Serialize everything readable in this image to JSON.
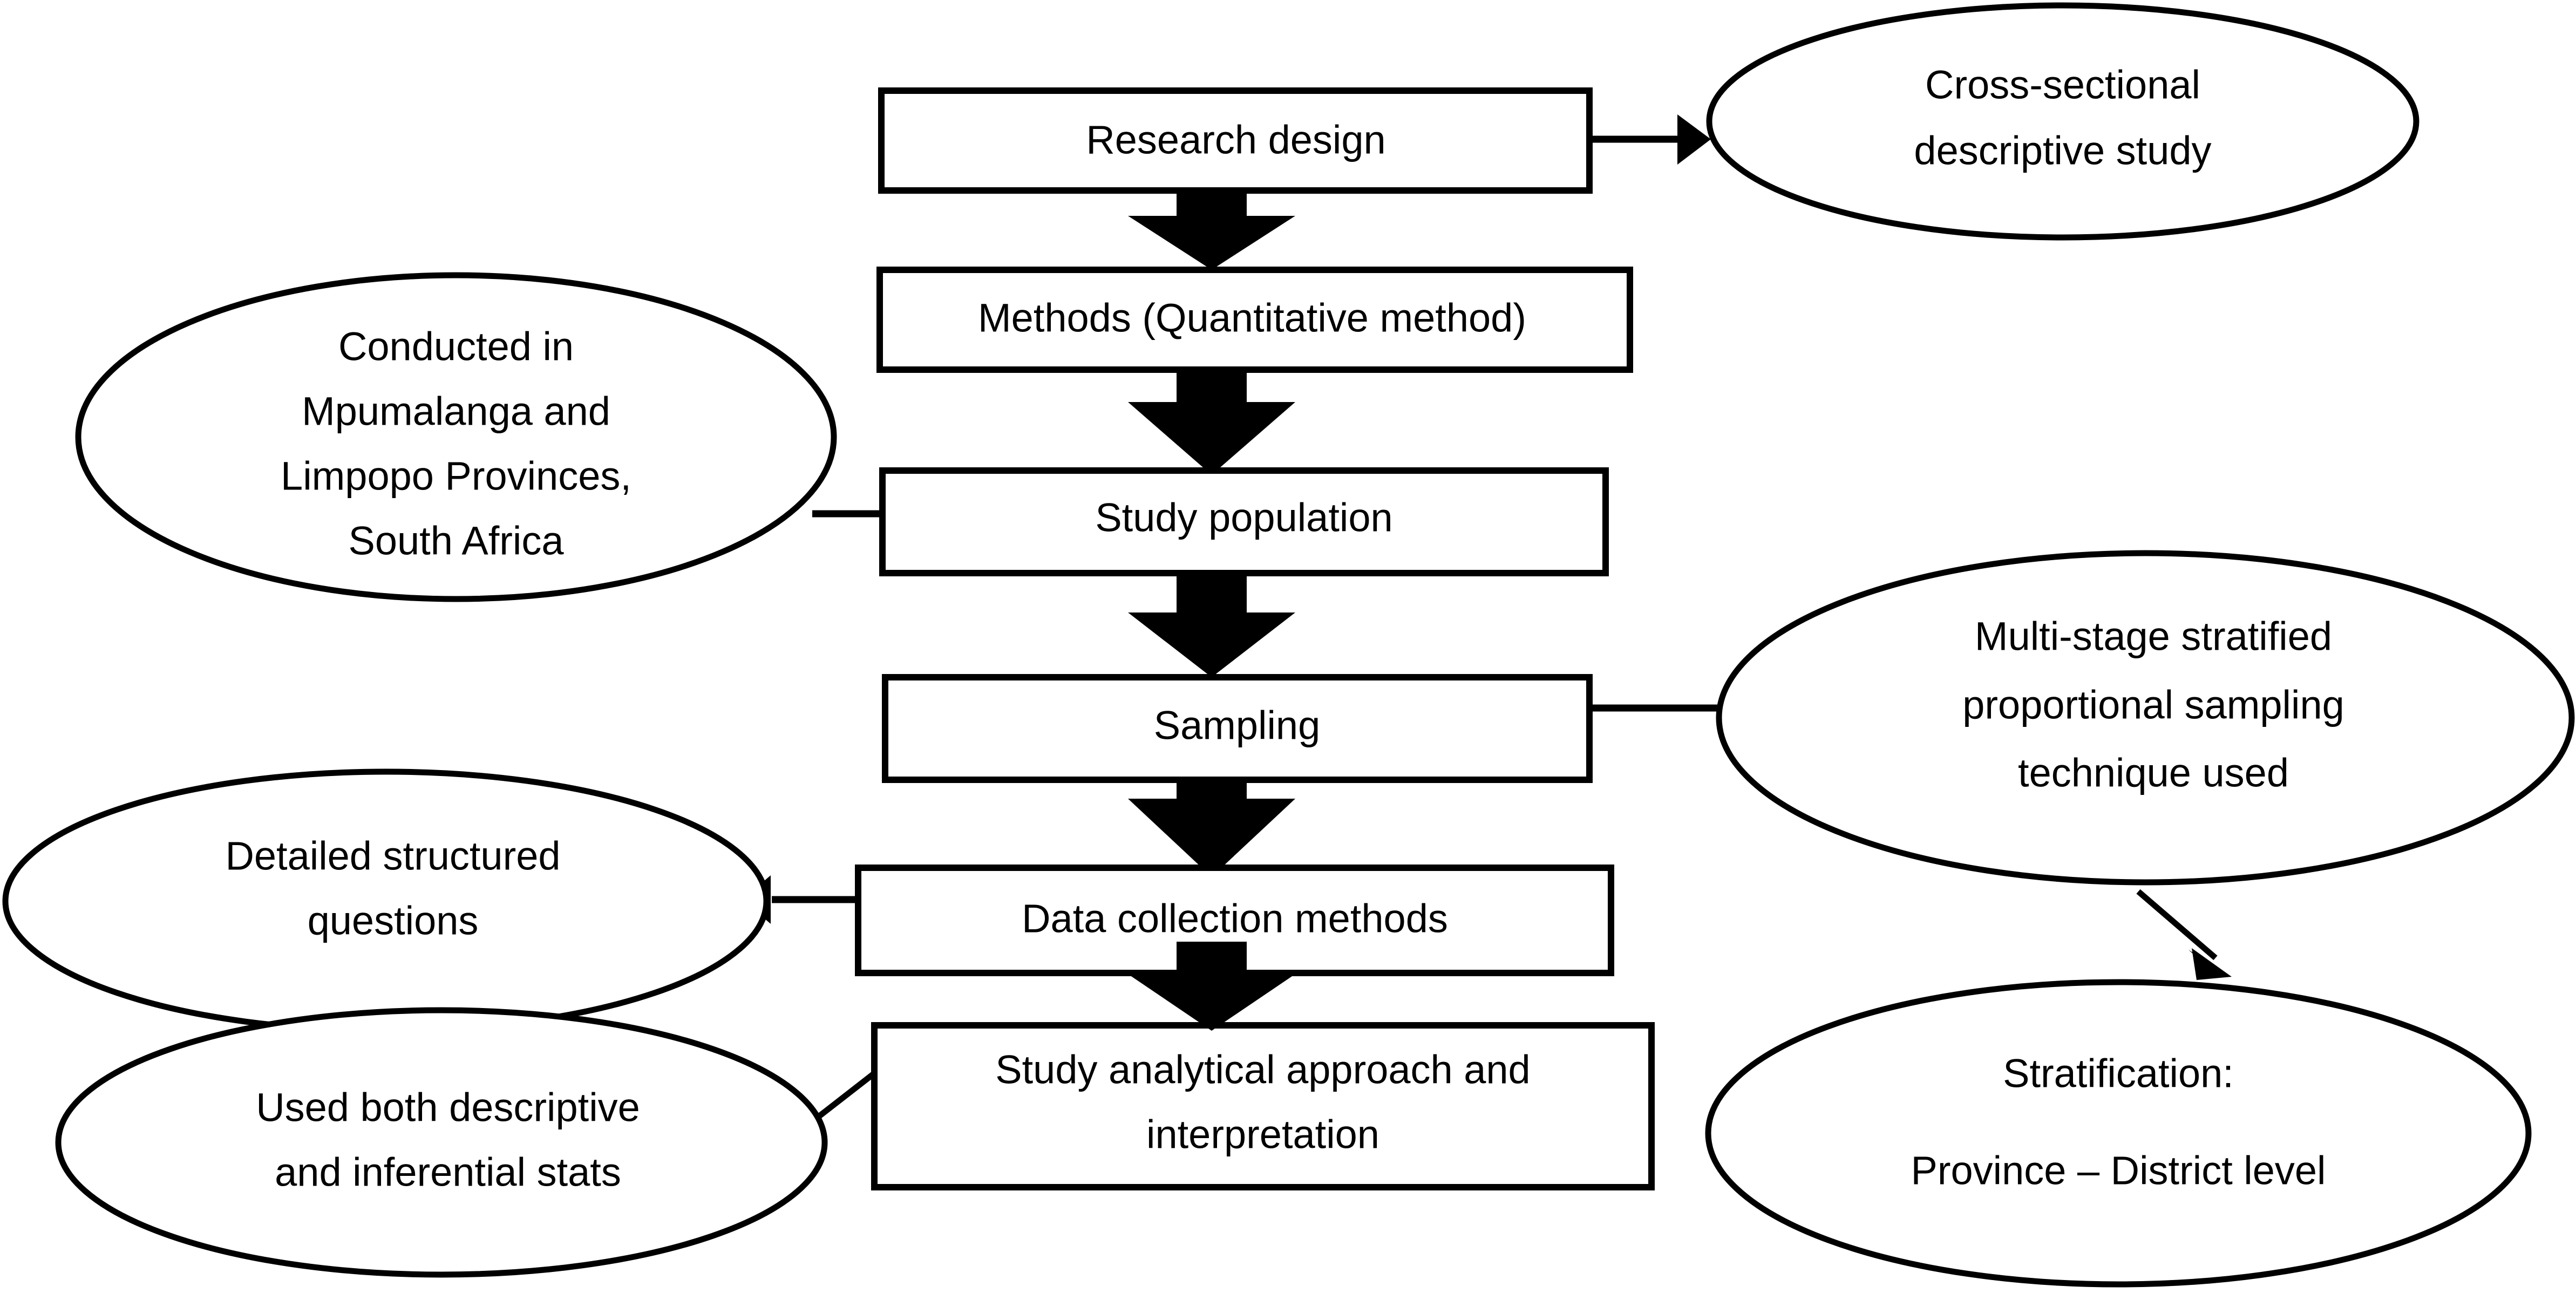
{
  "diagram": {
    "title": "Research methodology flowchart",
    "colors": {
      "stroke": "#000000",
      "fill": "#ffffff",
      "text": "#000000"
    },
    "process_nodes": [
      {
        "id": "research-design",
        "label": "Research design"
      },
      {
        "id": "methods",
        "label": "Methods (Quantitative method)"
      },
      {
        "id": "study-population",
        "label": "Study population"
      },
      {
        "id": "sampling",
        "label": "Sampling"
      },
      {
        "id": "data-collection",
        "label": "Data collection methods"
      },
      {
        "id": "analysis",
        "line1": "Study analytical approach and",
        "line2": "interpretation"
      }
    ],
    "annotation_nodes": [
      {
        "id": "cross-sectional",
        "line1": "Cross-sectional",
        "line2": "descriptive study",
        "line3": "",
        "line4": ""
      },
      {
        "id": "conducted-in",
        "line1": "Conducted in",
        "line2": "Mpumalanga and",
        "line3": "Limpopo Provinces,",
        "line4": "South Africa"
      },
      {
        "id": "multi-stage",
        "line1": "Multi-stage stratified",
        "line2": "proportional sampling",
        "line3": "technique used",
        "line4": ""
      },
      {
        "id": "detailed-questions",
        "line1": "Detailed structured",
        "line2": "questions",
        "line3": "",
        "line4": ""
      },
      {
        "id": "stratification",
        "line1": "Stratification:",
        "line2": "Province – District level",
        "line3": "",
        "line4": ""
      },
      {
        "id": "descriptive-inferential",
        "line1": "Used both descriptive",
        "line2": "and inferential stats",
        "line3": "",
        "line4": ""
      }
    ],
    "connectors": [
      {
        "id": "research-to-methods",
        "kind": "block-arrow-down"
      },
      {
        "id": "methods-to-population",
        "kind": "block-arrow-down"
      },
      {
        "id": "population-to-sampling",
        "kind": "block-arrow-down"
      },
      {
        "id": "sampling-to-collection",
        "kind": "block-arrow-down"
      },
      {
        "id": "collection-to-analysis",
        "kind": "block-arrow-down"
      },
      {
        "id": "research-to-cross-sectional",
        "kind": "line-arrow-right"
      },
      {
        "id": "conducted-to-population",
        "kind": "plain-line"
      },
      {
        "id": "sampling-to-multi-stage",
        "kind": "plain-line"
      },
      {
        "id": "collection-to-questions",
        "kind": "line-arrow-left"
      },
      {
        "id": "multi-stage-to-stratification",
        "kind": "diagonal-arrow-down-right"
      },
      {
        "id": "analysis-to-stats",
        "kind": "diagonal-arrow-down-left"
      }
    ]
  }
}
